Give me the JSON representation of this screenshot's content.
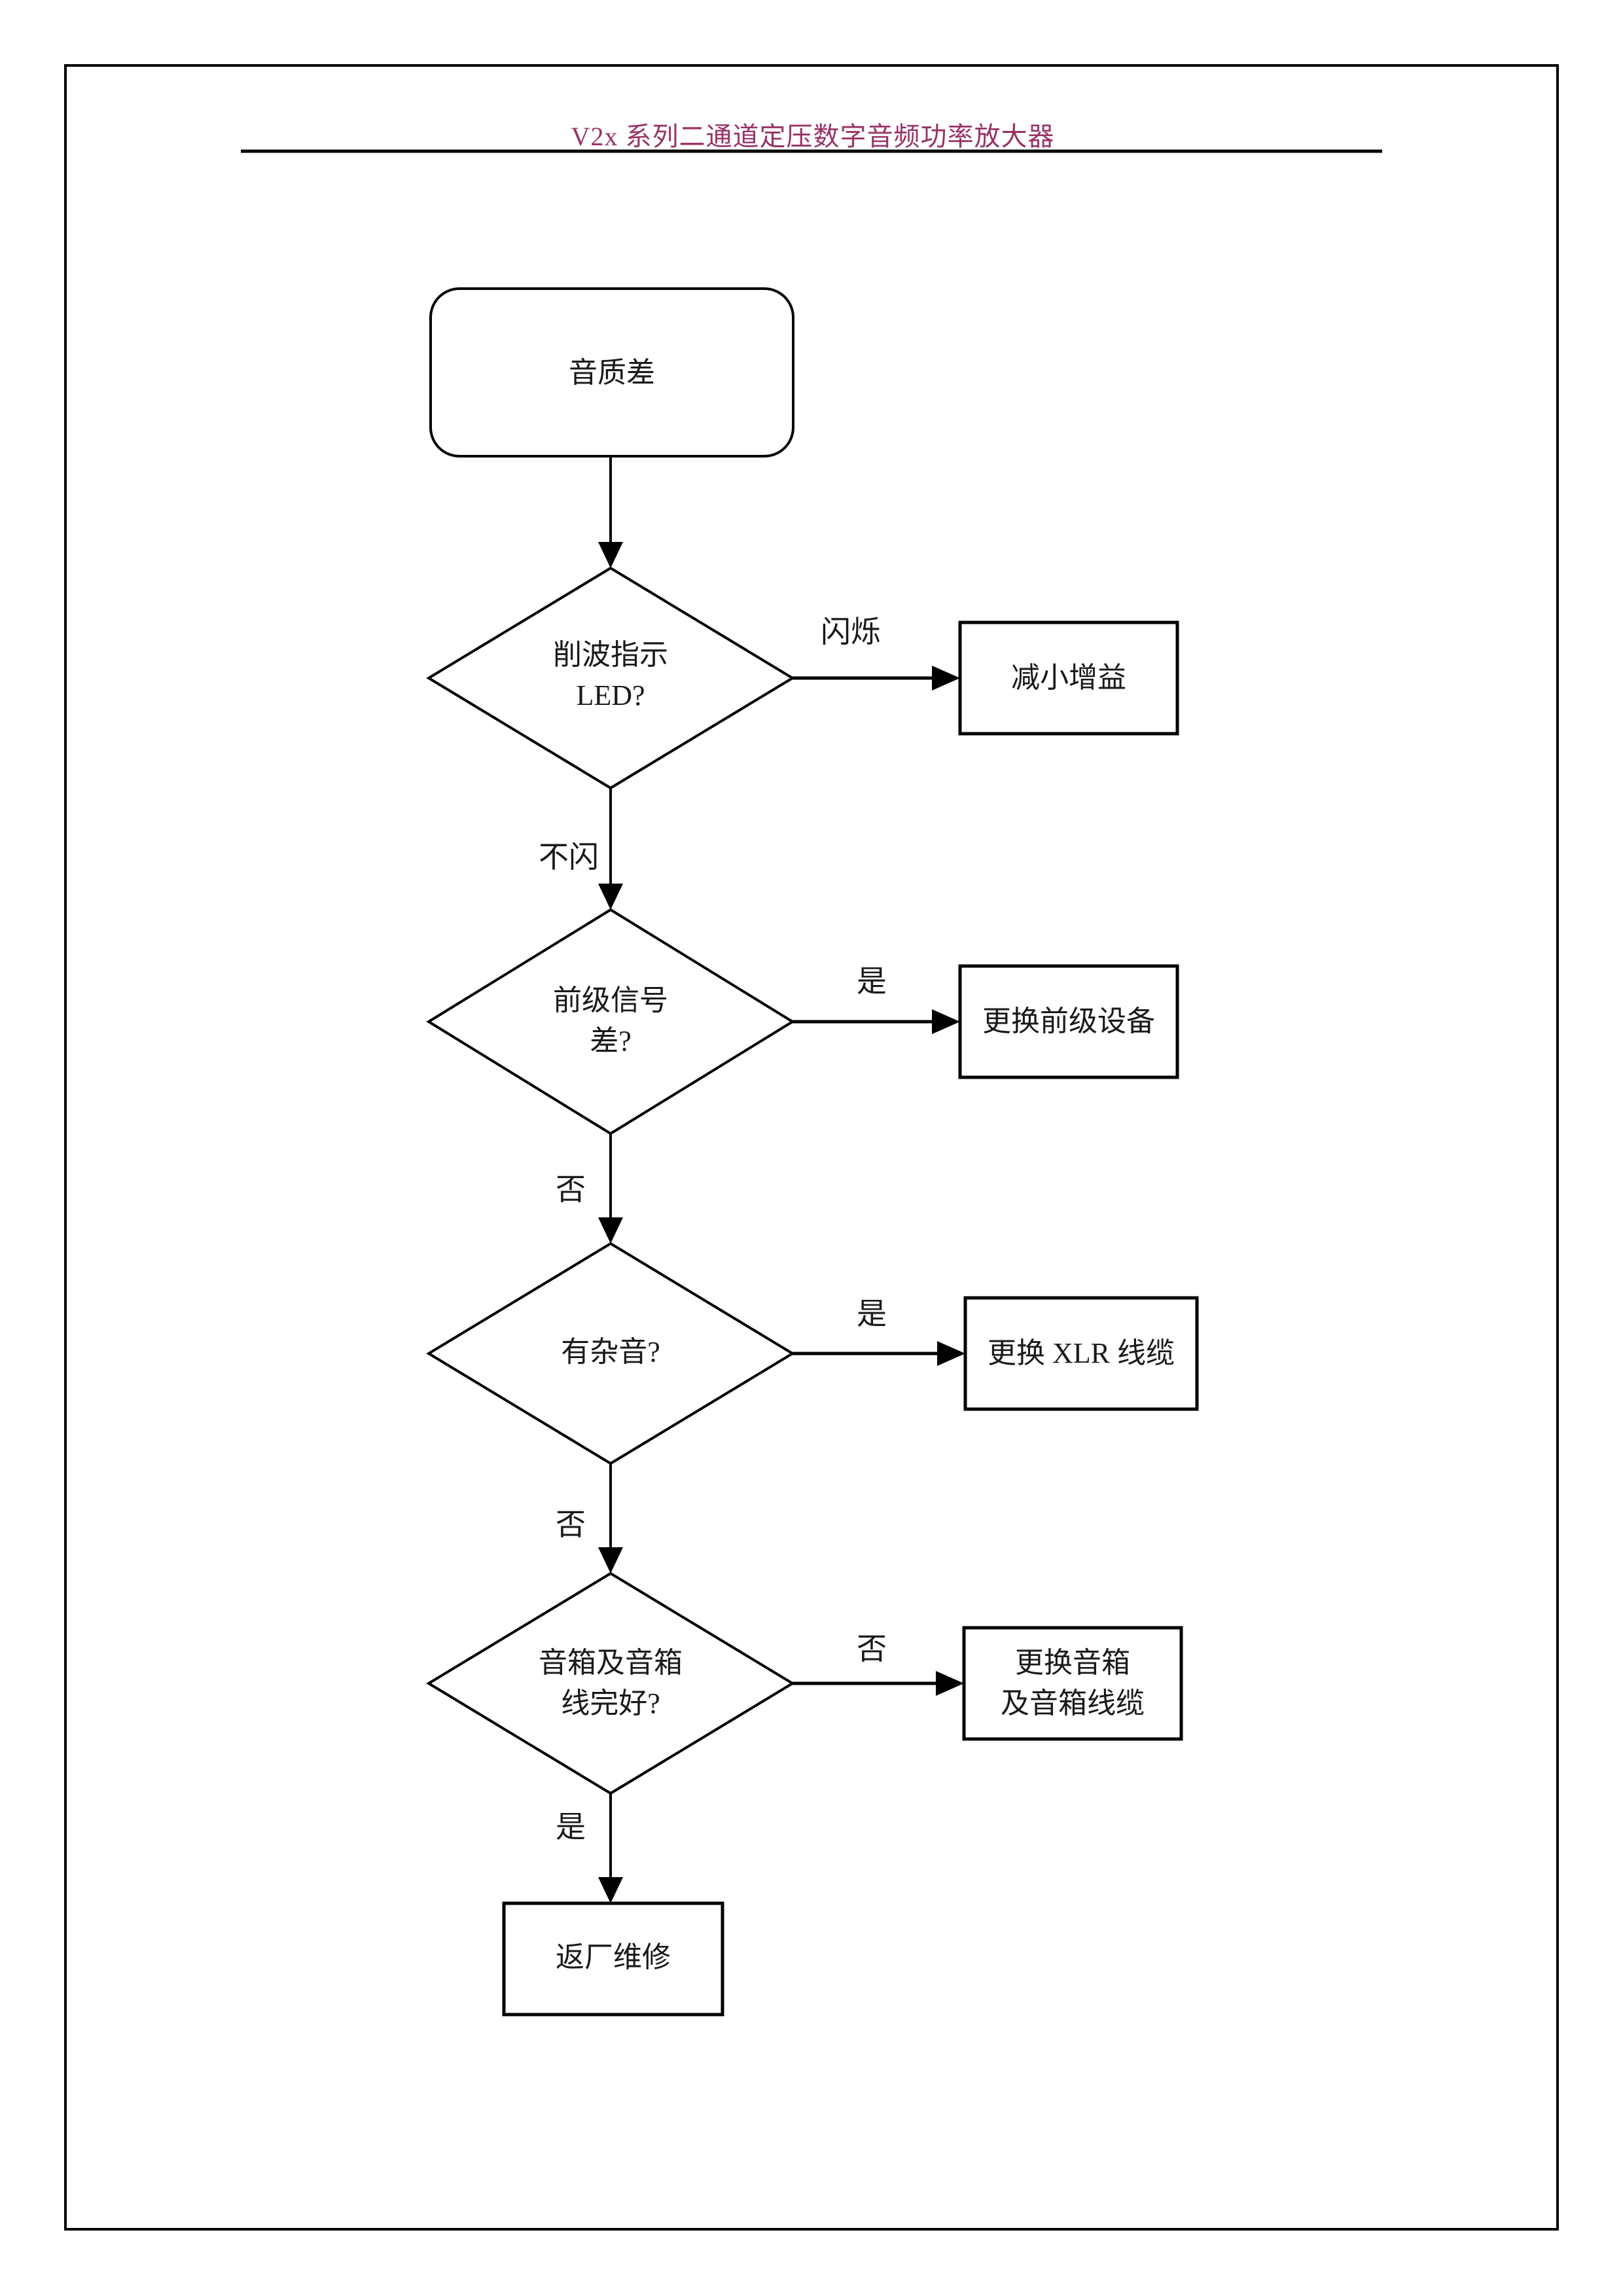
{
  "header": {
    "title": "V2x 系列二通道定压数字音频功率放大器",
    "title_color": "#993366"
  },
  "flowchart": {
    "line_color": "#000000",
    "start": {
      "label": "音质差"
    },
    "decision_clip_led": {
      "line1": "削波指示",
      "line2": "LED?"
    },
    "action_reduce_gain": {
      "label": "减小增益"
    },
    "decision_upstream_signal": {
      "line1": "前级信号",
      "line2": "差?"
    },
    "action_replace_upstream": {
      "label": "更换前级设备"
    },
    "decision_noise": {
      "label": "有杂音?"
    },
    "action_replace_xlr": {
      "label": "更换 XLR 线缆"
    },
    "decision_speaker_ok": {
      "line1": "音箱及音箱",
      "line2": "线完好?"
    },
    "action_replace_speaker": {
      "line1": "更换音箱",
      "line2": "及音箱线缆"
    },
    "end": {
      "label": "返厂维修"
    },
    "edge_labels": {
      "flashing": "闪烁",
      "not_flashing": "不闪",
      "yes1": "是",
      "no1": "否",
      "yes2": "是",
      "no2": "否",
      "no3": "否",
      "yes3": "是"
    }
  }
}
